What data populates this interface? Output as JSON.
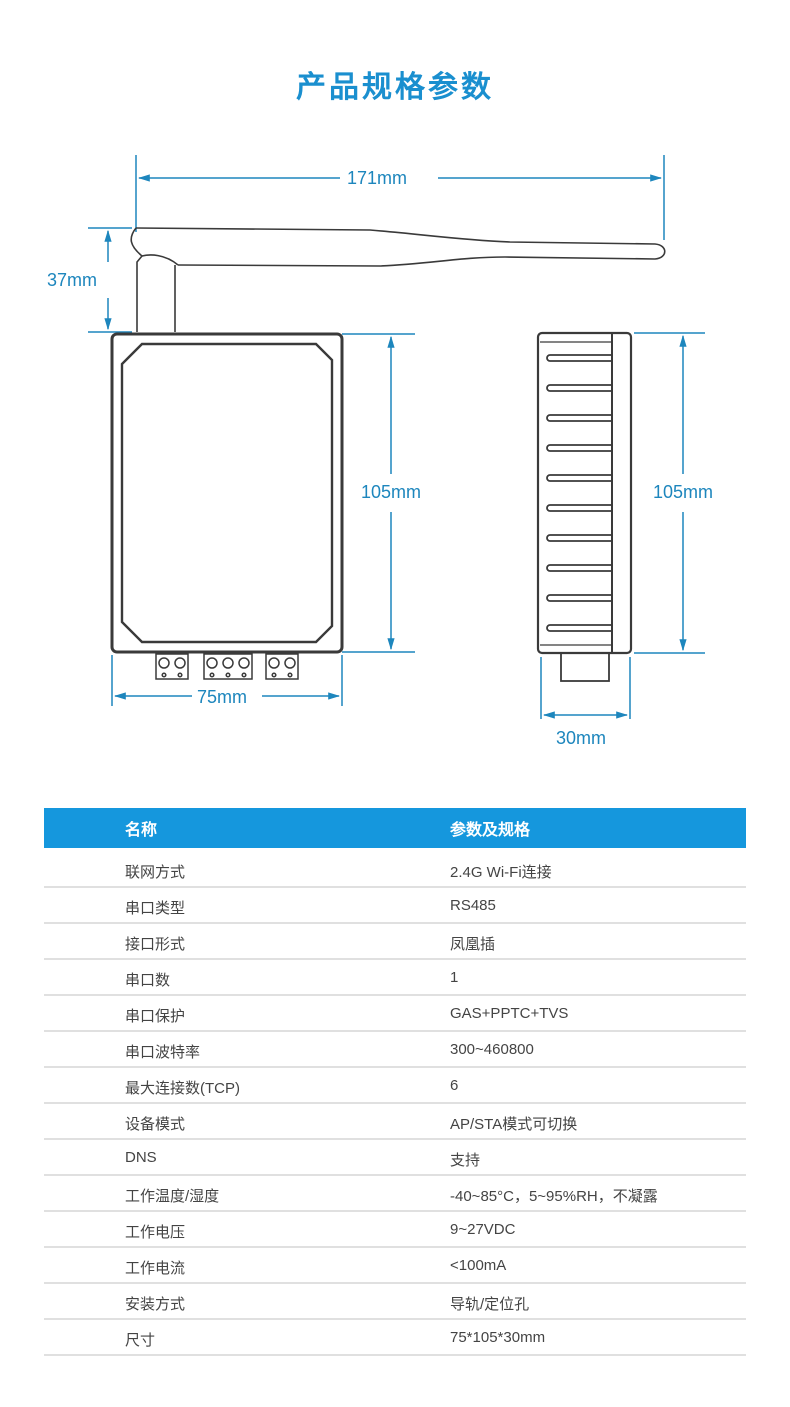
{
  "page": {
    "title": "产品规格参数"
  },
  "diagram": {
    "antenna_length_label": "171mm",
    "antenna_height_label": "37mm",
    "front_height_label": "105mm",
    "front_width_label": "75mm",
    "side_height_label": "105mm",
    "side_depth_label": "30mm",
    "line_color": "#1d86bd",
    "outline_color": "#3a3a3a"
  },
  "table": {
    "header": {
      "name": "名称",
      "value": "参数及规格"
    },
    "header_color": "#1597dd",
    "rows": [
      {
        "name": "联网方式",
        "value": "2.4G Wi-Fi连接"
      },
      {
        "name": "串口类型",
        "value": "RS485"
      },
      {
        "name": "接口形式",
        "value": "凤凰插"
      },
      {
        "name": "串口数",
        "value": "1"
      },
      {
        "name": "串口保护",
        "value": "GAS+PPTC+TVS"
      },
      {
        "name": "串口波特率",
        "value": "300~460800"
      },
      {
        "name": "最大连接数(TCP)",
        "value": "6"
      },
      {
        "name": "设备模式",
        "value": "AP/STA模式可切换"
      },
      {
        "name": "DNS",
        "value": "支持"
      },
      {
        "name": "工作温度/湿度",
        "value": "-40~85°C，5~95%RH，不凝露"
      },
      {
        "name": "工作电压",
        "value": "9~27VDC"
      },
      {
        "name": "工作电流",
        "value": "<100mA"
      },
      {
        "name": "安装方式",
        "value": "导轨/定位孔"
      },
      {
        "name": "尺寸",
        "value": "75*105*30mm"
      }
    ]
  }
}
